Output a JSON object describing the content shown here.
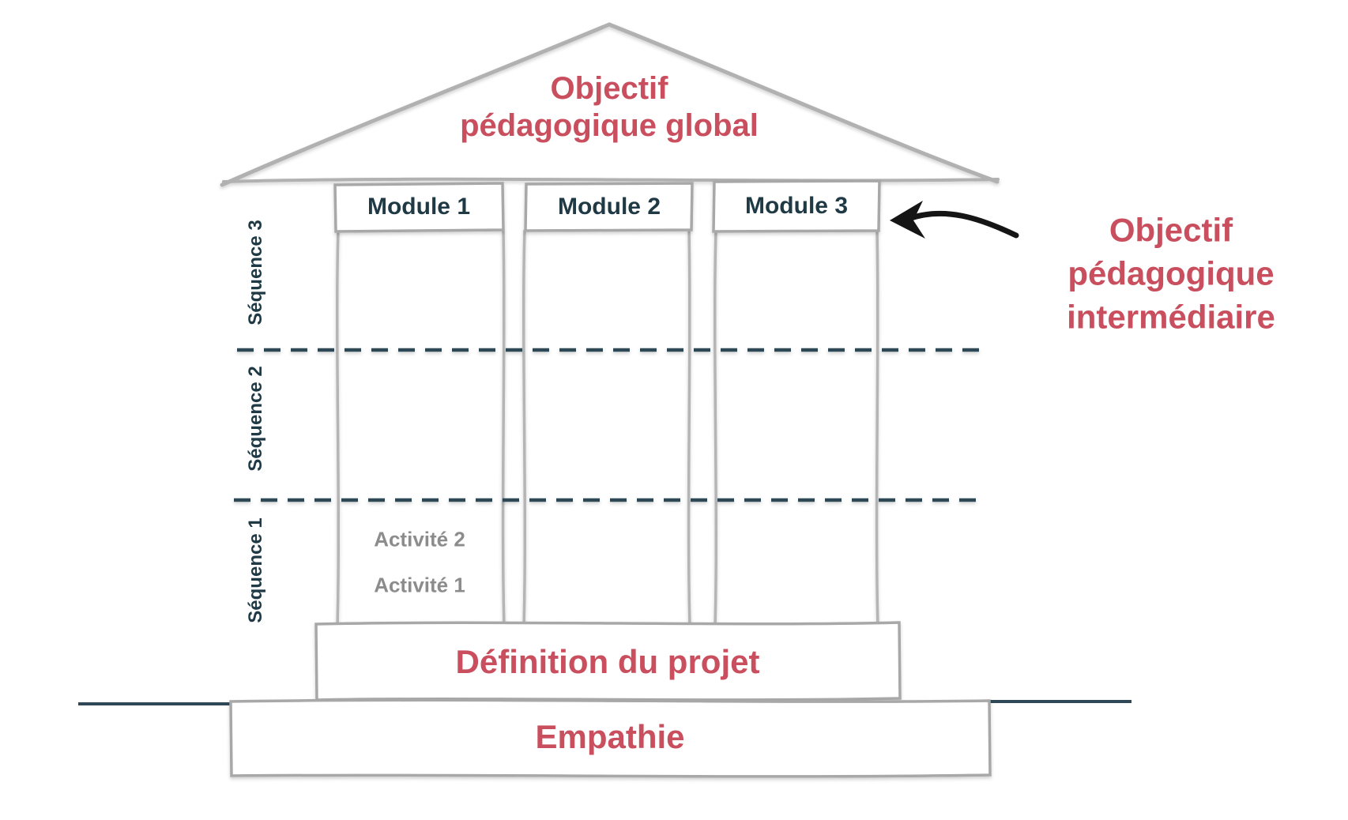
{
  "diagram": {
    "roof_title": "Objectif\npédagogique global",
    "modules": [
      {
        "label": "Module 1"
      },
      {
        "label": "Module 2"
      },
      {
        "label": "Module 3"
      }
    ],
    "sequences": [
      {
        "label": "Séquence 3"
      },
      {
        "label": "Séquence 2"
      },
      {
        "label": "Séquence 1"
      }
    ],
    "activities": [
      {
        "label": "Activité 2"
      },
      {
        "label": "Activité 1"
      }
    ],
    "annotation": {
      "label": "Objectif\npédagogique\nintermédiaire",
      "arrow_icon": "curved-left-arrow"
    },
    "definition": {
      "label": "Définition du projet"
    },
    "foundation": {
      "label": "Empathie"
    },
    "colors": {
      "accent_red": "#c94f5e",
      "dark_teal": "#1f3a45",
      "structure_gray": "#b1b1b1",
      "activity_gray": "#8c8c8c",
      "arrow_black": "#151515"
    }
  }
}
